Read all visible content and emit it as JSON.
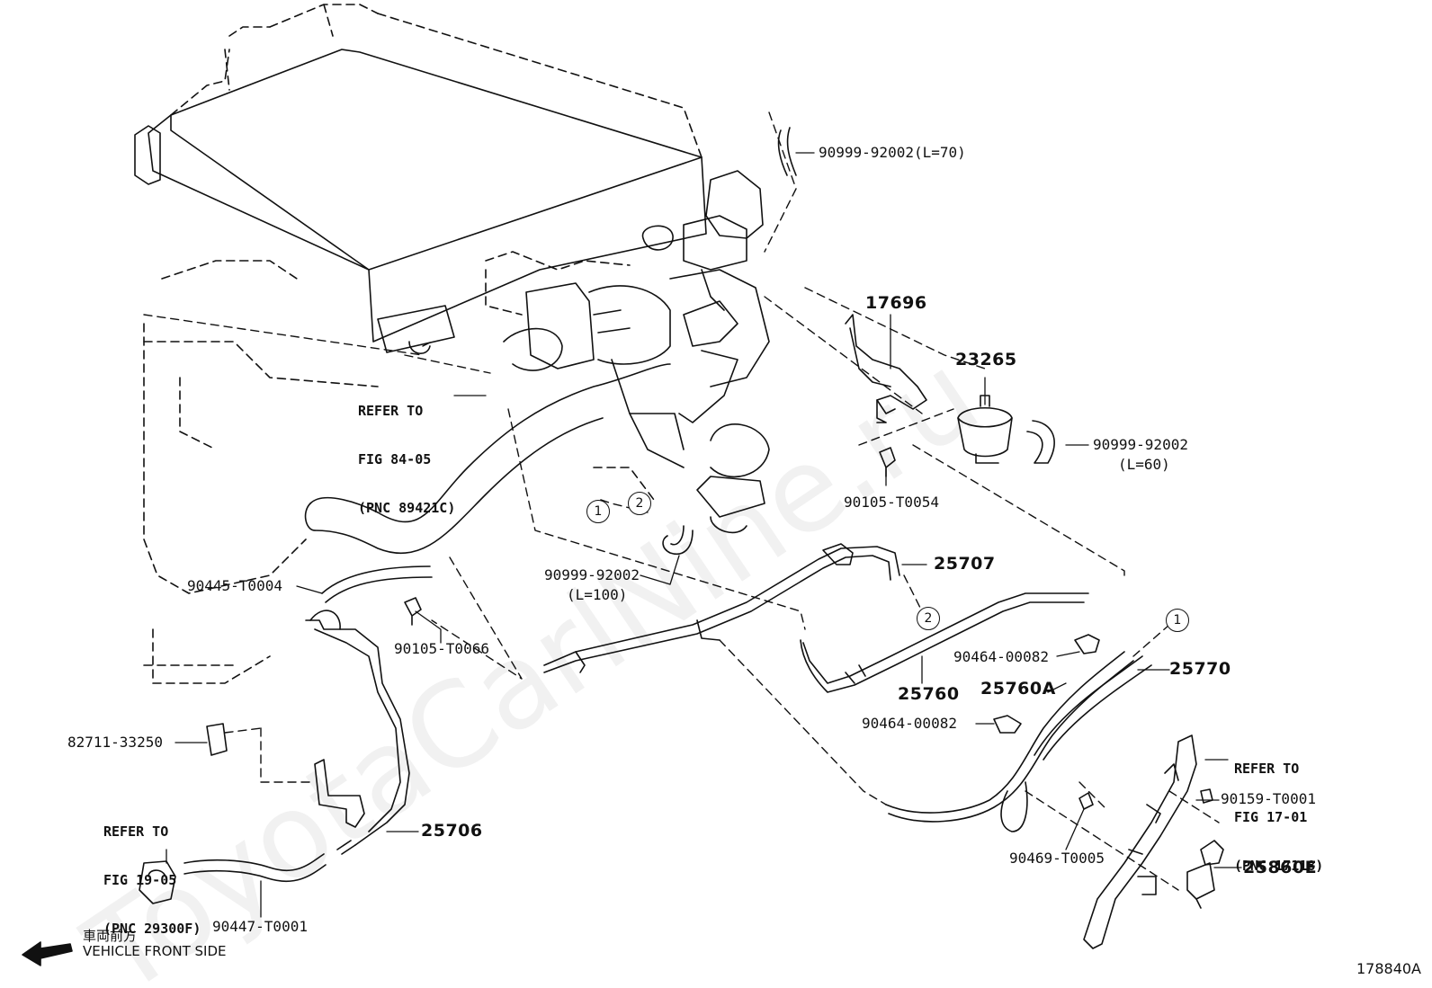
{
  "watermark": "ToyotaCarlNine.ru",
  "labels": {
    "p90999_92002_l70": "90999-92002(L=70)",
    "p17696": "17696",
    "p23265": "23265",
    "p90999_92002_l60_a": "90999-92002",
    "p90999_92002_l60_b": "(L=60)",
    "p90105_t0054": "90105-T0054",
    "p90999_92002_l100_a": "90999-92002",
    "p90999_92002_l100_b": "(L=100)",
    "p25707": "25707",
    "p90445_t0004": "90445-T0004",
    "p90105_t0066": "90105-T0066",
    "p90464_00082_a": "90464-00082",
    "p25760": "25760",
    "p25760a": "25760A",
    "p25770": "25770",
    "p90464_00082_b": "90464-00082",
    "p82711_33250": "82711-33250",
    "p25706": "25706",
    "p90447_t0001": "90447-T0001",
    "p90159_t0001": "90159-T0001",
    "p90469_t0005": "90469-T0005",
    "p25860e": "25860E"
  },
  "references": {
    "ref1": {
      "line1": "REFER TO",
      "line2": "FIG 84-05",
      "line3": "(PNC 89421C)"
    },
    "ref2": {
      "line1": "REFER TO",
      "line2": "FIG 17-01",
      "line3": "(PNC 17118)"
    },
    "ref3": {
      "line1": "REFER TO",
      "line2": "FIG 19-05",
      "line3": "(PNC 29300F)"
    }
  },
  "connectors": [
    "1",
    "2"
  ],
  "front": {
    "jp": "車両前方",
    "en": "VEHICLE FRONT SIDE"
  },
  "figure_id": "178840A"
}
